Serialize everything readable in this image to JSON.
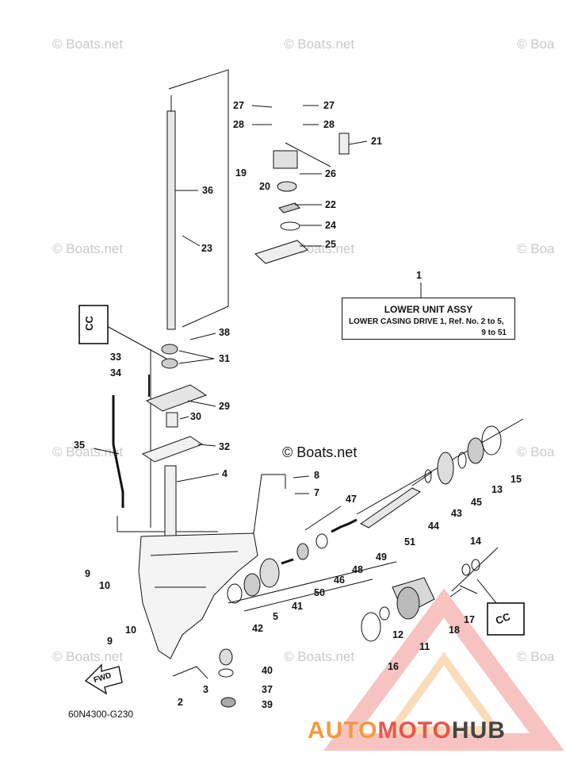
{
  "watermark_text": "© Boats.net",
  "watermark_partial": "© Boa",
  "credit_text": "© Boats.net",
  "diagram_code": "60N4300-G230",
  "assembly_box": {
    "ref": "1",
    "title": "LOWER UNIT ASSY",
    "line2": "LOWER CASING DRIVE 1,   Ref. No. 2 to 5,",
    "line3": "9 to 51"
  },
  "fwd_label": "FWD",
  "cc_label": "CC",
  "brand": {
    "part1": "AUTO",
    "part2": "MOTO",
    "part3": "HUB"
  },
  "colors": {
    "brand_orange": "#f39a3c",
    "brand_red": "#e8554f",
    "brand_dark": "#444444",
    "watermark": "#c9c9c9"
  },
  "callouts": {
    "c27a": "27",
    "c27b": "27",
    "c28a": "28",
    "c28b": "28",
    "c21": "21",
    "c19": "19",
    "c26": "26",
    "c20": "20",
    "c36": "36",
    "c22": "22",
    "c24": "24",
    "c23": "23",
    "c25": "25",
    "c38": "38",
    "c33": "33",
    "c31": "31",
    "c34": "34",
    "c29": "29",
    "c30": "30",
    "c32": "32",
    "c35": "35",
    "c4": "4",
    "c8": "8",
    "c7": "7",
    "c47": "47",
    "c15": "15",
    "c13": "13",
    "c45": "45",
    "c43": "43",
    "c44": "44",
    "c51": "51",
    "c49": "49",
    "c48": "48",
    "c46": "46",
    "c14": "14",
    "c9a": "9",
    "c10a": "10",
    "c50": "50",
    "c41": "41",
    "c5": "5",
    "c42": "42",
    "c12": "12",
    "c11": "11",
    "c18": "18",
    "c17": "17",
    "c16": "16",
    "c9b": "9",
    "c10b": "10",
    "c40": "40",
    "c3": "3",
    "c37": "37",
    "c39": "39",
    "c2": "2"
  }
}
